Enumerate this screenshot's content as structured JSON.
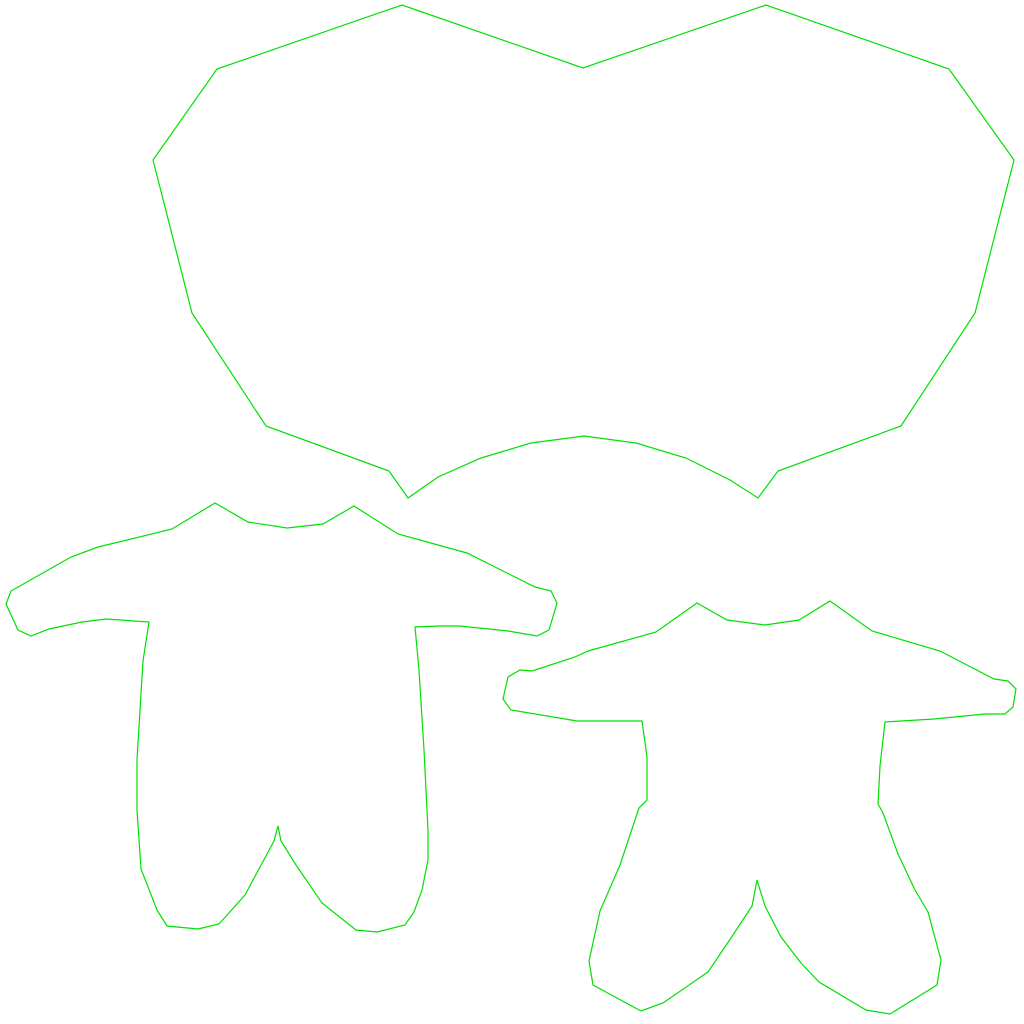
{
  "background_color": "#ffffff",
  "stroke_color": "#00e000",
  "shapes": [
    {
      "name": "hood-piece-outline"
    },
    {
      "name": "romper-piece-left-outline"
    },
    {
      "name": "romper-piece-right-outline"
    }
  ]
}
